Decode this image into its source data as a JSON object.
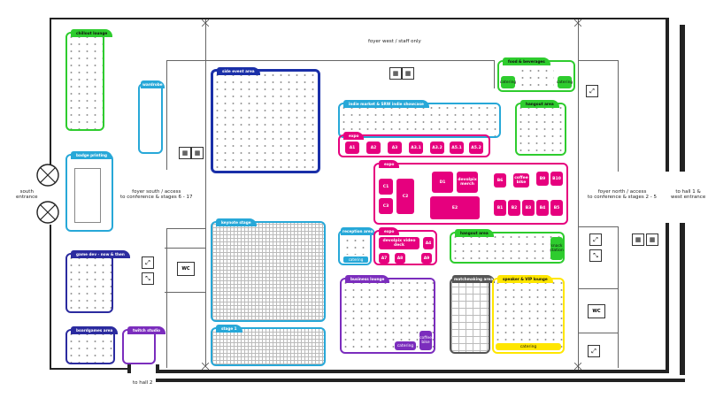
{
  "areas": {
    "chillout_lounge": "chillout lounge",
    "wardrobe": "wardrobe",
    "badge_printing": "badge printing",
    "game_dev": "game dev - now & then",
    "boardgames": "boardgames area",
    "twitch_studio": "twitch studio",
    "side_event": "side event area",
    "keynote_stage": "keynote stage",
    "stage1": "stage 1",
    "indie_market": "indie market & SRW indie showcase",
    "expo": "expo",
    "expo2": "expo",
    "expo3": "expo",
    "reception": "reception area",
    "business_lounge": "business lounge",
    "matchmaking": "matchmaking area",
    "speaker_vip": "speaker & VIP lounge",
    "food": "food & beverages",
    "hangout1": "hangout area",
    "hangout2": "hangout area"
  },
  "labels": {
    "foyer_west": "foyer west / staff only",
    "foyer_south": "foyer south / access\nto conference & stages 6 - 17",
    "foyer_north": "foyer north / access\nto conference & stages 2 - 5",
    "south_entrance": "south\nentrance",
    "hall1": "to hall 1 &\nwest entrance",
    "hall2": "to hall 2",
    "wc": "WC"
  },
  "booths": {
    "row1": [
      "A1",
      "A2",
      "A3",
      "A3.1",
      "A3.2",
      "A5.1",
      "A5.2"
    ],
    "c1": "C1",
    "c2": "C2",
    "c3": "C3",
    "d1": "D1",
    "d_dev": "devolpix merch",
    "e2": "E2",
    "b6": "B6",
    "coffee": "coffee bike",
    "b9": "B9",
    "b10": "B10",
    "b_row": [
      "B1",
      "B2",
      "B3",
      "B4",
      "B5"
    ],
    "devolpix_deck": "devolpix video deck",
    "a4": "A4",
    "a_row": [
      "A7",
      "A8",
      "A9"
    ]
  },
  "amenities": {
    "catering": "catering",
    "snack": "snack station",
    "coffee_bike": "coffee bike"
  }
}
